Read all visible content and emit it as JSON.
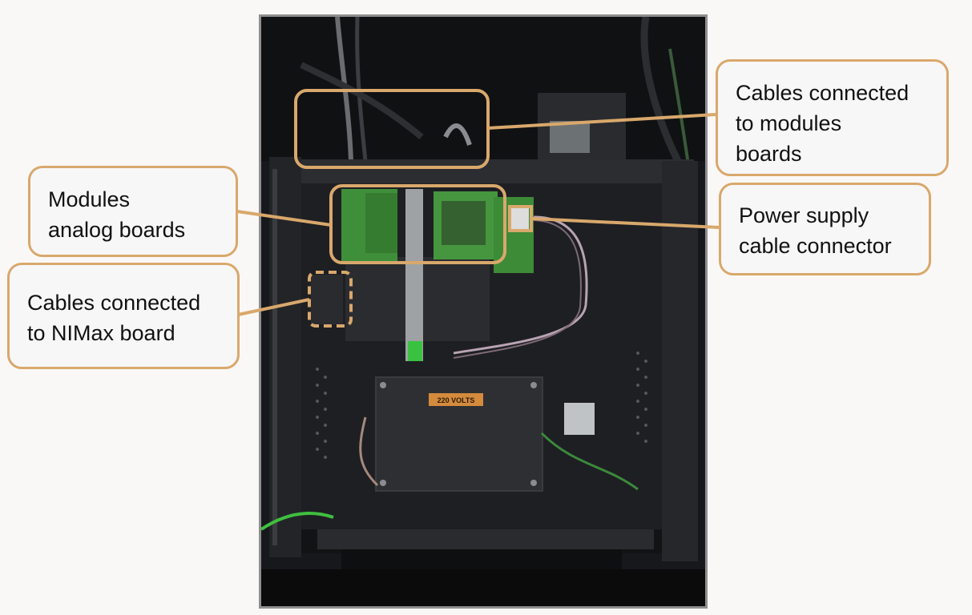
{
  "callouts": {
    "modules_analog": "Modules\nanalog boards",
    "nimax_cables": "Cables connected\nto NIMax board",
    "modules_cables": "Cables connected\nto modules\nboards",
    "power_connector": "Power supply\ncable connector"
  },
  "photo": {
    "voltage_label": "220 VOLTS"
  },
  "colors": {
    "callout_border": "#d9a86c",
    "callout_fill": "#f7f7f8",
    "cabinet": "#1f2024",
    "pcb_green": "#3f8f3a"
  }
}
